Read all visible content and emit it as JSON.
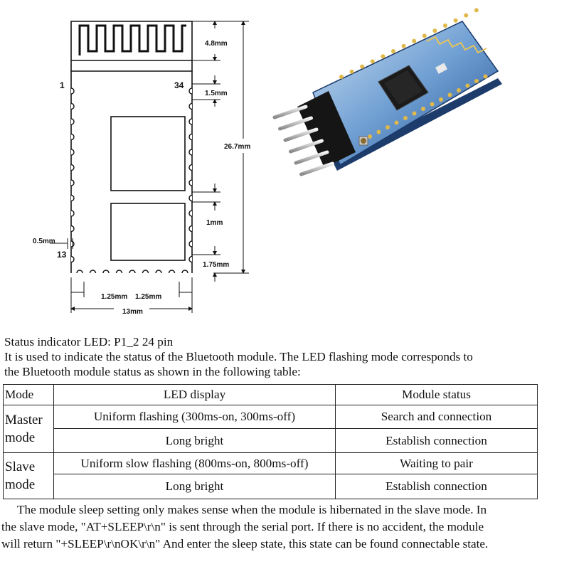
{
  "drawing": {
    "dimensions": {
      "antenna_height": "4.8mm",
      "pin_to_edge": "1.5mm",
      "total_height": "26.7mm",
      "pad_spacing": "1mm",
      "bottom_margin": "1.75mm",
      "pad_width": "0.5mm",
      "pitch_left": "1.25mm",
      "pitch_right": "1.25mm",
      "total_width": "13mm"
    },
    "pins": {
      "pin_1": "1",
      "pin_34": "34",
      "pin_13": "13"
    }
  },
  "text": {
    "heading": "Status indicator LED: P1_2 24 pin",
    "intro_line1": "It is used to indicate the status of the Bluetooth module. The LED flashing mode corresponds to",
    "intro_line2": "the Bluetooth module status as shown in the following table:",
    "footer_line1": "The module sleep setting only makes sense when the module is hibernated in the slave mode. In",
    "footer_line2": "the slave mode, \"AT+SLEEP\\r\\n\" is sent through the serial port. If there is no accident, the module",
    "footer_line3": "will return \"+SLEEP\\r\\nOK\\r\\n\" And enter the sleep state, this state can be found connectable state."
  },
  "table": {
    "headers": {
      "mode": "Mode",
      "led": "LED display",
      "status": "Module status"
    },
    "master": {
      "mode_line1": "Master",
      "mode_line2": "mode",
      "rows": [
        {
          "led": "Uniform flashing (300ms-on, 300ms-off)",
          "status": "Search and connection"
        },
        {
          "led": "Long bright",
          "status": "Establish connection"
        }
      ]
    },
    "slave": {
      "mode_line1": "Slave",
      "mode_line2": "mode",
      "rows": [
        {
          "led": "Uniform slow flashing (800ms-on, 800ms-off)",
          "status": "Waiting to pair"
        },
        {
          "led": "Long bright",
          "status": "Establish connection"
        }
      ]
    }
  }
}
